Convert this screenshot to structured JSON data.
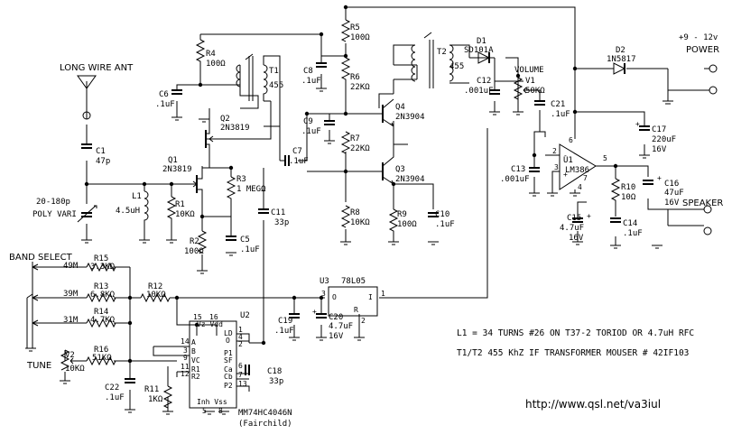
{
  "title": "",
  "labels": {
    "antenna": "LONG WIRE ANT",
    "band_select": "BAND SELECT",
    "band_49": "49M",
    "band_39": "39M",
    "band_31": "31M",
    "tune": "TUNE",
    "power": "POWER",
    "power_range": "+9 - 12v",
    "speaker": "SPEAKER",
    "volume": "VOLUME",
    "poly_vari_range": "20-180p",
    "poly_vari": "POLY VARI",
    "vz_vdd": "Vz  Vdd",
    "inh_vss": "Inh Vss",
    "fairchild": "(Fairchild)"
  },
  "notes": {
    "l1": "L1 = 34 TURNS #26 ON T37-2 TORIOD OR 4.7uH RFC",
    "t1t2": "T1/T2 455 KhZ IF TRANSFORMER MOUSER # 42IF103",
    "url": "http://www.qsl.net/va3iul"
  },
  "components": {
    "c1": "C1",
    "c1v": "47p",
    "c5": "C5",
    "c5v": ".1uF",
    "c6": "C6",
    "c6v": ".1uF",
    "c7": "C7",
    "c7v": ".1uF",
    "c8": "C8",
    "c8v": ".1uF",
    "c9": "C9",
    "c9v": ".1uF",
    "c10": "C10",
    "c10v": ".1uF",
    "c11": "C11",
    "c11v": "33p",
    "c12": "C12",
    "c12v": ".001uF",
    "c13": "C13",
    "c13v": ".001uF",
    "c14": "C14",
    "c14v": ".1uF",
    "c15": "C15",
    "c15v1": "4.7uF",
    "c15v2": "16V",
    "c16": "C16",
    "c16v1": "47uF",
    "c16v2": "16V",
    "c17": "C17",
    "c17v1": "220uF",
    "c17v2": "16V",
    "c18": "C18",
    "c18v": "33p",
    "c19": "C19",
    "c19v": ".1uF",
    "c20": "C20",
    "c20v1": "4.7uF",
    "c20v2": "16V",
    "c21": "C21",
    "c21v": ".1uF",
    "c22": "C22",
    "c22v": ".1uF",
    "r1": "R1",
    "r1v": "10KΩ",
    "r2": "R2",
    "r2v": "100Ω",
    "r3": "R3",
    "r3v": "1 MEGΩ",
    "r4": "R4",
    "r4v": "100Ω",
    "r5": "R5",
    "r5v": "100Ω",
    "r6": "R6",
    "r6v": "22KΩ",
    "r7": "R7",
    "r7v": "22KΩ",
    "r8": "R8",
    "r8v": "10KΩ",
    "r9": "R9",
    "r9v": "100Ω",
    "r10": "R10",
    "r10v": "10Ω",
    "r11": "R11",
    "r11v": "1KΩ",
    "r12": "R12",
    "r12v": "10KΩ",
    "r13": "R13",
    "r13v": "6.8KΩ",
    "r14": "R14",
    "r14v": "4.7KΩ",
    "r15": "R15",
    "r15v": "3.3KΩ",
    "r16": "R16",
    "r16v": "51KΩ",
    "v1": "V1",
    "v1v": "50KΩ",
    "v2": "V2",
    "v2v": "10KΩ",
    "l1": "L1",
    "l1v": "4.5uH",
    "t1": "T1",
    "t1v": "455",
    "t2": "T2",
    "t2v": "455",
    "q1": "Q1",
    "q1v": "2N3819",
    "q2": "Q2",
    "q2v": "2N3819",
    "q3": "Q3",
    "q3v": "2N3904",
    "q4": "Q4",
    "q4v": "2N3904",
    "d1": "D1",
    "d1v": "SD101A",
    "d2": "D2",
    "d2v": "1N5817",
    "u1": "U1",
    "u1v": "LM386",
    "u2": "U2",
    "u2v": "MM74HC4046N",
    "u3": "U3",
    "u3v": "78L05"
  },
  "pins": {
    "u2_p16": "16",
    "u2_p15": "15",
    "u2_p14": "14",
    "u2_p3": "3",
    "u2_p9": "9",
    "u2_p11": "11",
    "u2_p12": "12",
    "u2_p1": "1",
    "u2_p4": "4",
    "u2_p2": "2",
    "u2_p6": "6",
    "u2_p7": "7",
    "u2_p13": "13",
    "u2_p5": "5",
    "u2_p8": "8",
    "u2_ld": "LD",
    "u2_o": "O",
    "u2_p1n": "P1",
    "u2_sf": "SF",
    "u2_ca": "Ca",
    "u2_cb": "Cb",
    "u2_p2n": "P2",
    "u2_a": "A",
    "u2_b": "B",
    "u2_vc": "VC",
    "u2_r1": "R1",
    "u2_r2": "R2",
    "u3_i": "I",
    "u3_o": "O",
    "u3_r": "R",
    "u3_p1": "1",
    "u3_p2": "2",
    "u3_p3": "3",
    "u1_p2": "2",
    "u1_p3": "3",
    "u1_p4": "4",
    "u1_p5": "5",
    "u1_p6": "6",
    "u1_p7": "7",
    "plus": "+"
  }
}
